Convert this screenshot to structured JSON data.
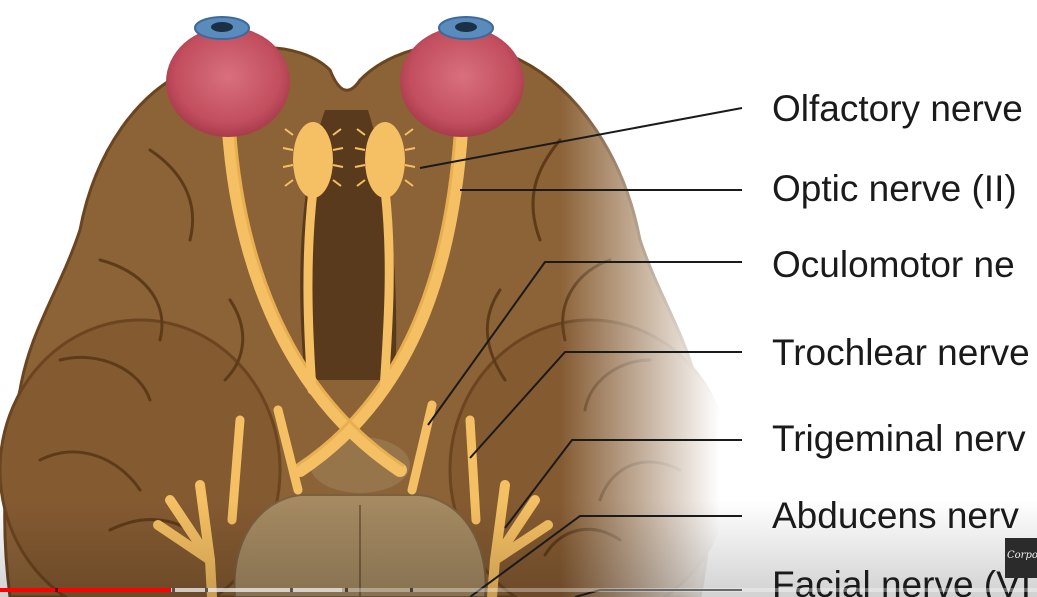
{
  "video": {
    "labels": [
      "Olfactory nerve",
      "Optic nerve (II)",
      "Oculomotor ne",
      "Trochlear nerve",
      "Trigeminal nerv",
      "Abducens nerv",
      "Facial nerve (VI"
    ],
    "channel_watermark": "Corpori",
    "progress": {
      "played": 0.165,
      "buffered": 0.33
    },
    "colors": {
      "brain": "#8c6237",
      "brain_dark": "#6b4520",
      "nerve": "#f5c063",
      "eye": "#c8505f",
      "iris": "#5a8bbd",
      "progress_played": "#ff0000"
    }
  }
}
